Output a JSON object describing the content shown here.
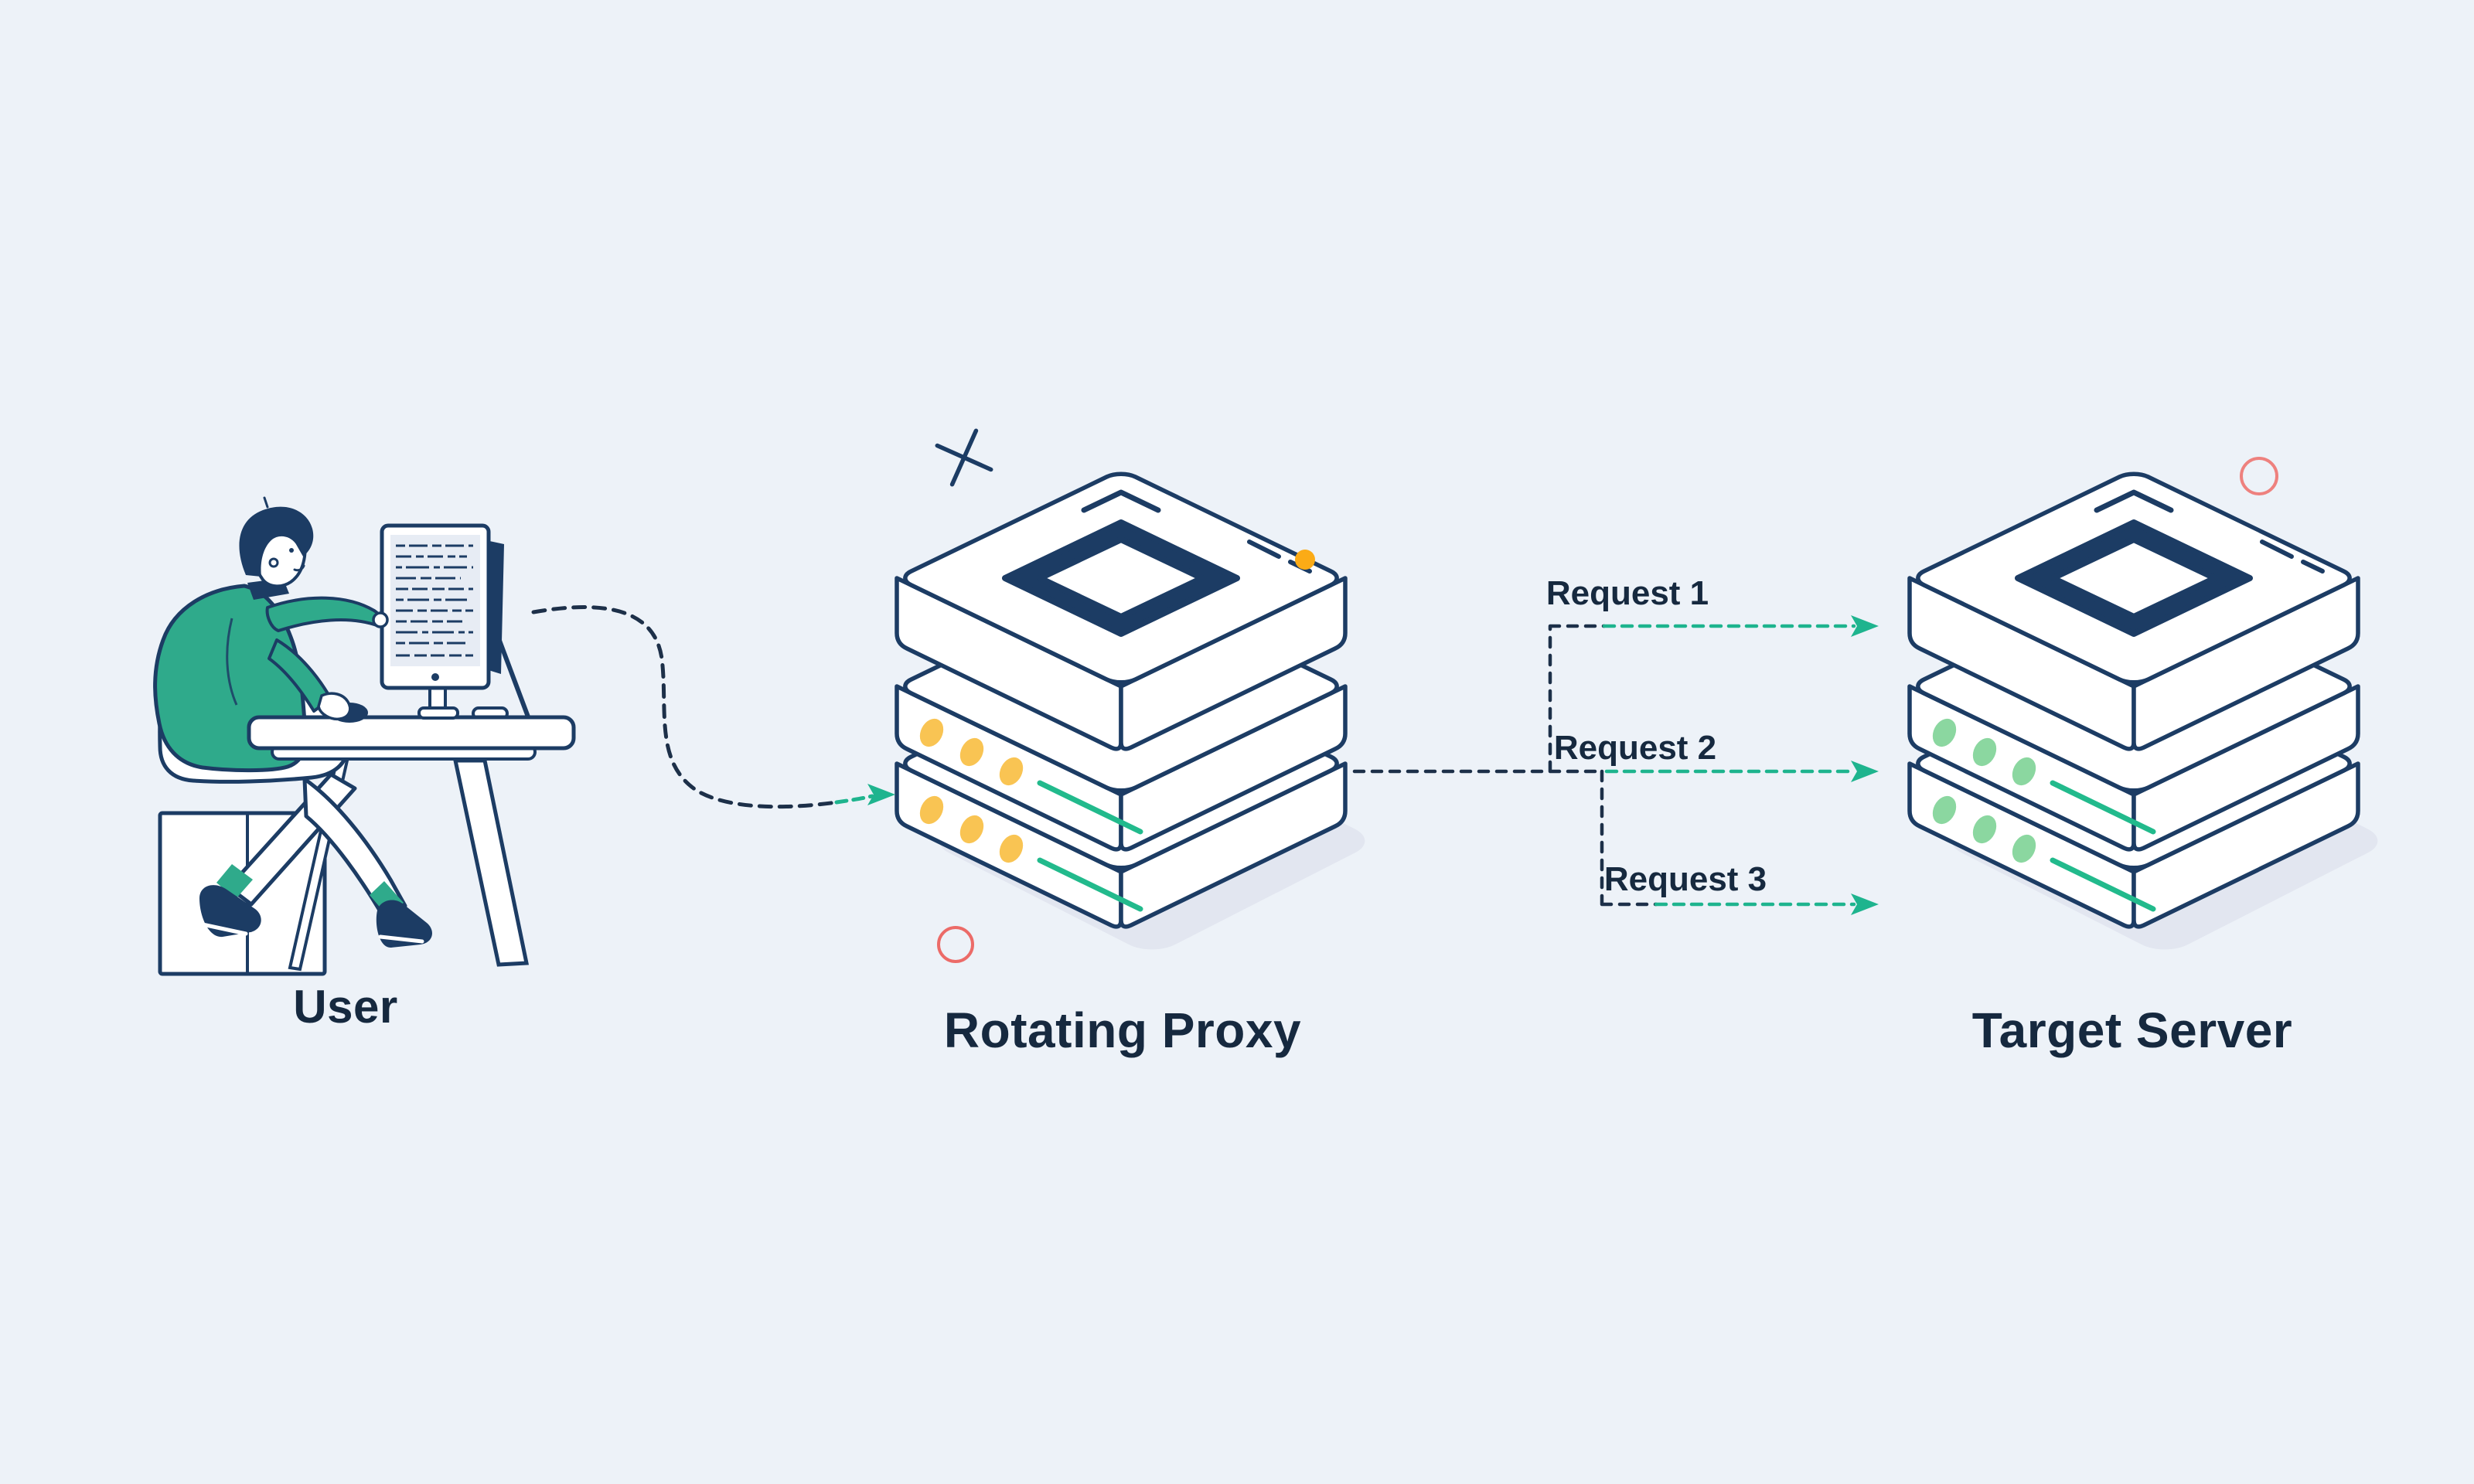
{
  "scene": {
    "type": "proxy-flow-diagram",
    "background_color": "#edf2f8",
    "nodes": {
      "user": {
        "label": "User",
        "illustration": "person-at-desk-with-monitor"
      },
      "proxy": {
        "label": "Rotating Proxy",
        "illustration": "isometric-server-stack",
        "led_color": "#f9c453"
      },
      "target": {
        "label": "Target Server",
        "illustration": "isometric-server-stack",
        "led_color": "#8bd7a0"
      }
    },
    "connections": {
      "user_to_proxy": {
        "style": "dashed-s-curve",
        "line_color": "#1d3049",
        "arrow_color": "#1eb48e"
      },
      "requests": [
        {
          "label": "Request 1"
        },
        {
          "label": "Request 2"
        },
        {
          "label": "Request 3"
        }
      ]
    },
    "decorations": {
      "cross_color": "#1c3c64",
      "orange_dot_color": "#fbab16",
      "red_circle_color": "#ec6b68"
    },
    "colors": {
      "outline_navy": "#1c3c64",
      "text_navy": "#16293f",
      "dash_navy": "#1d3049",
      "arrow_teal": "#1eb48e",
      "green_accent_line": "#22ba8c",
      "led_yellow": "#f9c453",
      "led_green": "#8bd7a0",
      "sweater_teal": "#2faa8b",
      "soft_shadow": "#e2e6f0",
      "screen_fill": "#e7ecf4"
    }
  }
}
